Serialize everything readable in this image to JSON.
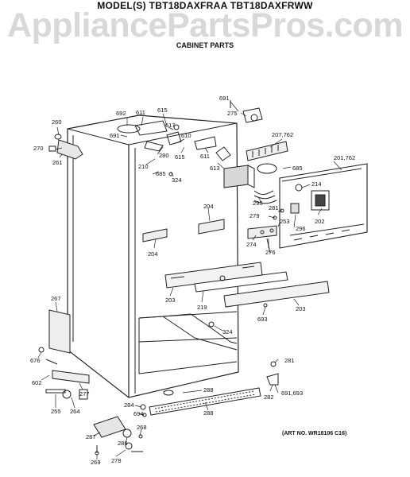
{
  "header": {
    "model_title": "MODEL(S) TBT18DAXFRAA  TBT18DAXFRWW",
    "watermark": "AppliancePartsPros.com",
    "section_title": "CABINET PARTS"
  },
  "footer": {
    "art_number": "(ART NO. WR18106 C16)"
  },
  "callouts": [
    {
      "id": "c691a",
      "label": "691"
    },
    {
      "id": "c275",
      "label": "275"
    },
    {
      "id": "c692",
      "label": "692"
    },
    {
      "id": "c611a",
      "label": "611"
    },
    {
      "id": "c615a",
      "label": "615"
    },
    {
      "id": "c617",
      "label": "617"
    },
    {
      "id": "c691b",
      "label": "691"
    },
    {
      "id": "c610",
      "label": "610"
    },
    {
      "id": "c260",
      "label": "260"
    },
    {
      "id": "c270",
      "label": "270"
    },
    {
      "id": "c261",
      "label": "261"
    },
    {
      "id": "c280",
      "label": "280"
    },
    {
      "id": "c615b",
      "label": "615"
    },
    {
      "id": "c611b",
      "label": "611"
    },
    {
      "id": "c207",
      "label": "207,762"
    },
    {
      "id": "c210",
      "label": "210"
    },
    {
      "id": "c685a",
      "label": "685"
    },
    {
      "id": "c324a",
      "label": "324"
    },
    {
      "id": "c613",
      "label": "613"
    },
    {
      "id": "c685b",
      "label": "685"
    },
    {
      "id": "c201",
      "label": "201,762"
    },
    {
      "id": "c214",
      "label": "214"
    },
    {
      "id": "c295",
      "label": "295"
    },
    {
      "id": "c281a",
      "label": "281"
    },
    {
      "id": "c202",
      "label": "202"
    },
    {
      "id": "c279",
      "label": "279"
    },
    {
      "id": "c253",
      "label": "253"
    },
    {
      "id": "c296",
      "label": "296"
    },
    {
      "id": "c204a",
      "label": "204"
    },
    {
      "id": "c204b",
      "label": "204"
    },
    {
      "id": "c274",
      "label": "274"
    },
    {
      "id": "c276",
      "label": "276"
    },
    {
      "id": "c203a",
      "label": "203"
    },
    {
      "id": "c219",
      "label": "219"
    },
    {
      "id": "c203b",
      "label": "203"
    },
    {
      "id": "c267",
      "label": "267"
    },
    {
      "id": "c693",
      "label": "693"
    },
    {
      "id": "c324b",
      "label": "324"
    },
    {
      "id": "c676",
      "label": "676"
    },
    {
      "id": "c281b",
      "label": "281"
    },
    {
      "id": "c602",
      "label": "602"
    },
    {
      "id": "c277",
      "label": "277"
    },
    {
      "id": "c288a",
      "label": "288"
    },
    {
      "id": "c282",
      "label": "282"
    },
    {
      "id": "c691c",
      "label": "691,693"
    },
    {
      "id": "c284",
      "label": "284"
    },
    {
      "id": "c694",
      "label": "694"
    },
    {
      "id": "c255",
      "label": "255"
    },
    {
      "id": "c264",
      "label": "264"
    },
    {
      "id": "c288b",
      "label": "288"
    },
    {
      "id": "c268",
      "label": "268"
    },
    {
      "id": "c287",
      "label": "287"
    },
    {
      "id": "c286",
      "label": "286"
    },
    {
      "id": "c269",
      "label": "269"
    },
    {
      "id": "c278",
      "label": "278"
    }
  ]
}
